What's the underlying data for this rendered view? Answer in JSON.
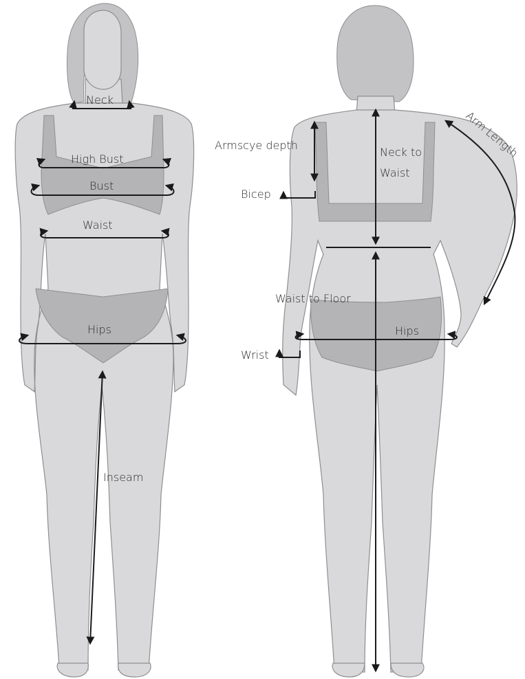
{
  "front": {
    "neck": "Neck",
    "high_bust": "High Bust",
    "bust": "Bust",
    "waist": "Waist",
    "hips": "Hips",
    "inseam": "Inseam"
  },
  "back": {
    "armscye_depth": "Armscye depth",
    "neck_to_waist_line1": "Neck to",
    "neck_to_waist_line2": "Waist",
    "bicep": "Bicep",
    "arm_length": "Arm Length",
    "waist_to_floor": "Waist to Floor",
    "hips": "Hips",
    "wrist": "Wrist"
  },
  "colors": {
    "body_fill": "#d9d9db",
    "garment_fill": "#b4b4b6",
    "outline": "#8e8e90",
    "measure_line": "#1a1a1a"
  }
}
